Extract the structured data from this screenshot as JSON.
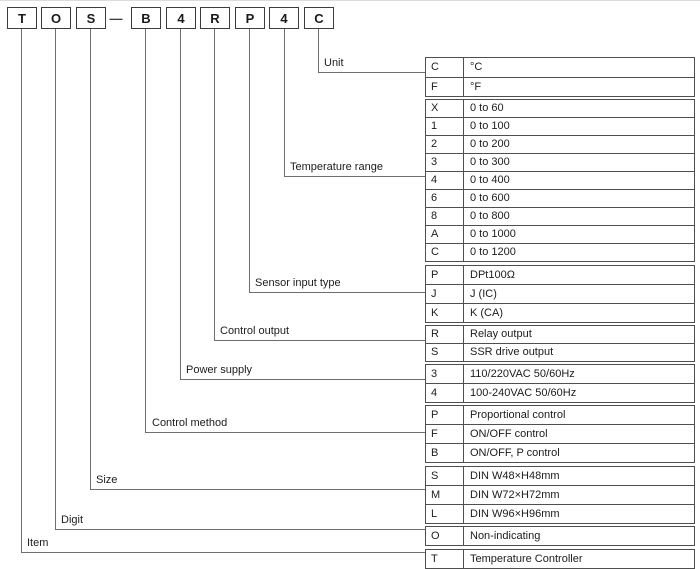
{
  "code": {
    "boxes": [
      "T",
      "O",
      "S",
      "B",
      "4",
      "R",
      "P",
      "4",
      "C"
    ],
    "separator": "—"
  },
  "sections": {
    "unit": {
      "label": "Unit",
      "rows": [
        {
          "code": "C",
          "desc": "°C"
        },
        {
          "code": "F",
          "desc": "°F"
        }
      ]
    },
    "temperature_range": {
      "label": "Temperature range",
      "rows": [
        {
          "code": "X",
          "desc": "0 to 60"
        },
        {
          "code": "1",
          "desc": "0 to 100"
        },
        {
          "code": "2",
          "desc": "0 to 200"
        },
        {
          "code": "3",
          "desc": "0 to 300"
        },
        {
          "code": "4",
          "desc": "0 to 400"
        },
        {
          "code": "6",
          "desc": "0 to 600"
        },
        {
          "code": "8",
          "desc": "0 to 800"
        },
        {
          "code": "A",
          "desc": "0 to 1000"
        },
        {
          "code": "C",
          "desc": "0 to 1200"
        }
      ]
    },
    "sensor_input_type": {
      "label": "Sensor input type",
      "rows": [
        {
          "code": "P",
          "desc": "DPt100Ω"
        },
        {
          "code": "J",
          "desc": "J (IC)"
        },
        {
          "code": "K",
          "desc": "K (CA)"
        }
      ]
    },
    "control_output": {
      "label": "Control output",
      "rows": [
        {
          "code": "R",
          "desc": "Relay output"
        },
        {
          "code": "S",
          "desc": "SSR drive output"
        }
      ]
    },
    "power_supply": {
      "label": "Power supply",
      "rows": [
        {
          "code": "3",
          "desc": "110/220VAC 50/60Hz"
        },
        {
          "code": "4",
          "desc": "100-240VAC 50/60Hz"
        }
      ]
    },
    "control_method": {
      "label": "Control method",
      "rows": [
        {
          "code": "P",
          "desc": "Proportional control"
        },
        {
          "code": "F",
          "desc": "ON/OFF control"
        },
        {
          "code": "B",
          "desc": "ON/OFF, P control"
        }
      ]
    },
    "size": {
      "label": "Size",
      "rows": [
        {
          "code": "S",
          "desc": "DIN W48×H48mm"
        },
        {
          "code": "M",
          "desc": "DIN W72×H72mm"
        },
        {
          "code": "L",
          "desc": "DIN W96×H96mm"
        }
      ]
    },
    "digit": {
      "label": "Digit",
      "rows": [
        {
          "code": "O",
          "desc": "Non-indicating"
        }
      ]
    },
    "item": {
      "label": "Item",
      "rows": [
        {
          "code": "T",
          "desc": "Temperature Controller"
        }
      ]
    }
  }
}
